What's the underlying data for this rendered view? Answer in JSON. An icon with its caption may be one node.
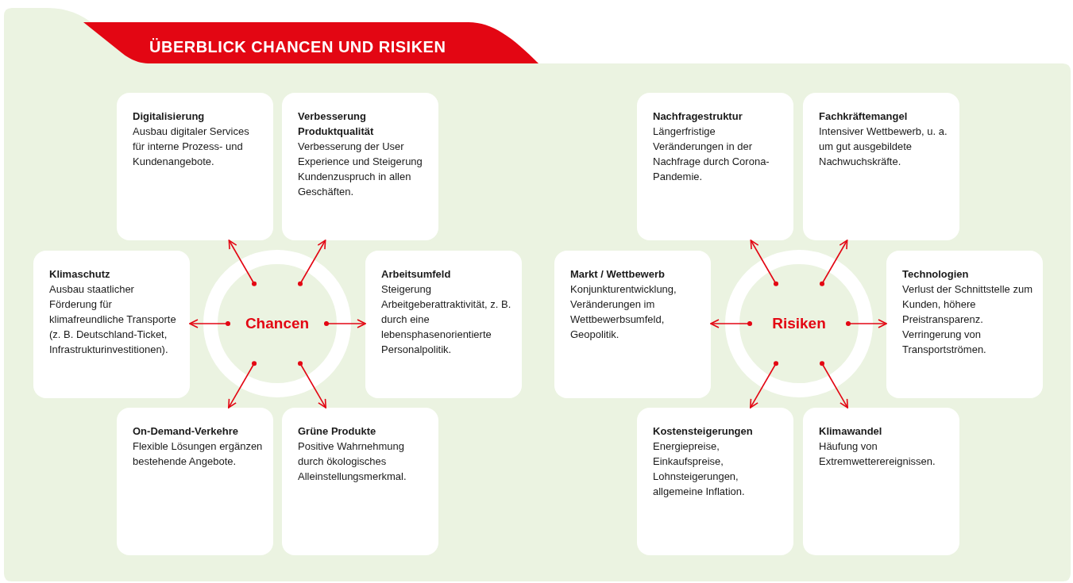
{
  "diagram": {
    "title": "ÜBERBLICK CHANCEN UND RISIKEN",
    "nodes": [
      {
        "text": [
          "Digitalisierung",
          "Ausbau digitaler Services für interne Prozess- und Kundenangebote."
        ]
      },
      {
        "text": [
          "Verbesserung Produktqualität",
          "Verbesserung der User Experience und Steigerung Kundenzuspruch in allen Geschäften."
        ]
      },
      {
        "text": [
          "Nachfragestruktur",
          "Längerfristige Veränderungen in der Nachfrage durch Corona-Pandemie."
        ]
      },
      {
        "text": [
          "Fachkräftemangel",
          "Intensiver Wettbewerb, u. a. um gut ausgebildete Nachwuchskräfte."
        ]
      },
      {
        "text": [
          "Klimaschutz",
          "Ausbau staatlicher Förderung für klimafreundliche Transporte (z. B. Deutschland-Ticket, Infrastrukturinvestitionen)."
        ]
      },
      {
        "text": [
          "Chancen"
        ]
      },
      {
        "text": [
          "Arbeitsumfeld",
          "Steigerung Arbeitgeberattraktivität, z. B. durch eine lebensphasenorientierte Personalpolitik."
        ]
      },
      {
        "text": [
          "Markt / Wettbewerb",
          "Konjunkturentwicklung, Veränderungen im Wettbewerbsumfeld, Geopolitik."
        ]
      },
      {
        "text": [
          "Risiken"
        ]
      },
      {
        "text": [
          "Technologien",
          "Verlust der Schnittstelle zum Kunden, höhere Preistransparenz. Verringerung von Transportströmen."
        ]
      },
      {
        "text": [
          "On-Demand-Verkehre",
          "Flexible Lösungen ergänzen bestehende Angebote."
        ]
      },
      {
        "text": [
          "Grüne Produkte",
          "Positive Wahrnehmung durch ökologisches Alleinstellungsmerkmal."
        ]
      },
      {
        "text": [
          "Kostensteigerungen",
          "Energiepreise, Einkaufspreise, Lohnsteigerungen, allgemeine Inflation."
        ]
      },
      {
        "text": [
          "Klimawandel",
          "Häufung von Extremwetterereignissen."
        ]
      }
    ],
    "edges": [
      {
        "from": 5,
        "to": 0,
        "arrow": "to"
      },
      {
        "from": 5,
        "to": 1,
        "arrow": "to"
      },
      {
        "from": 5,
        "to": 4,
        "arrow": "to"
      },
      {
        "from": 5,
        "to": 6,
        "arrow": "to"
      },
      {
        "from": 5,
        "to": 10,
        "arrow": "to"
      },
      {
        "from": 5,
        "to": 11,
        "arrow": "to"
      },
      {
        "from": 8,
        "to": 2,
        "arrow": "to"
      },
      {
        "from": 8,
        "to": 3,
        "arrow": "to"
      },
      {
        "from": 8,
        "to": 7,
        "arrow": "to"
      },
      {
        "from": 8,
        "to": 9,
        "arrow": "to"
      },
      {
        "from": 8,
        "to": 12,
        "arrow": "to"
      },
      {
        "from": 8,
        "to": 13,
        "arrow": "to"
      }
    ]
  }
}
